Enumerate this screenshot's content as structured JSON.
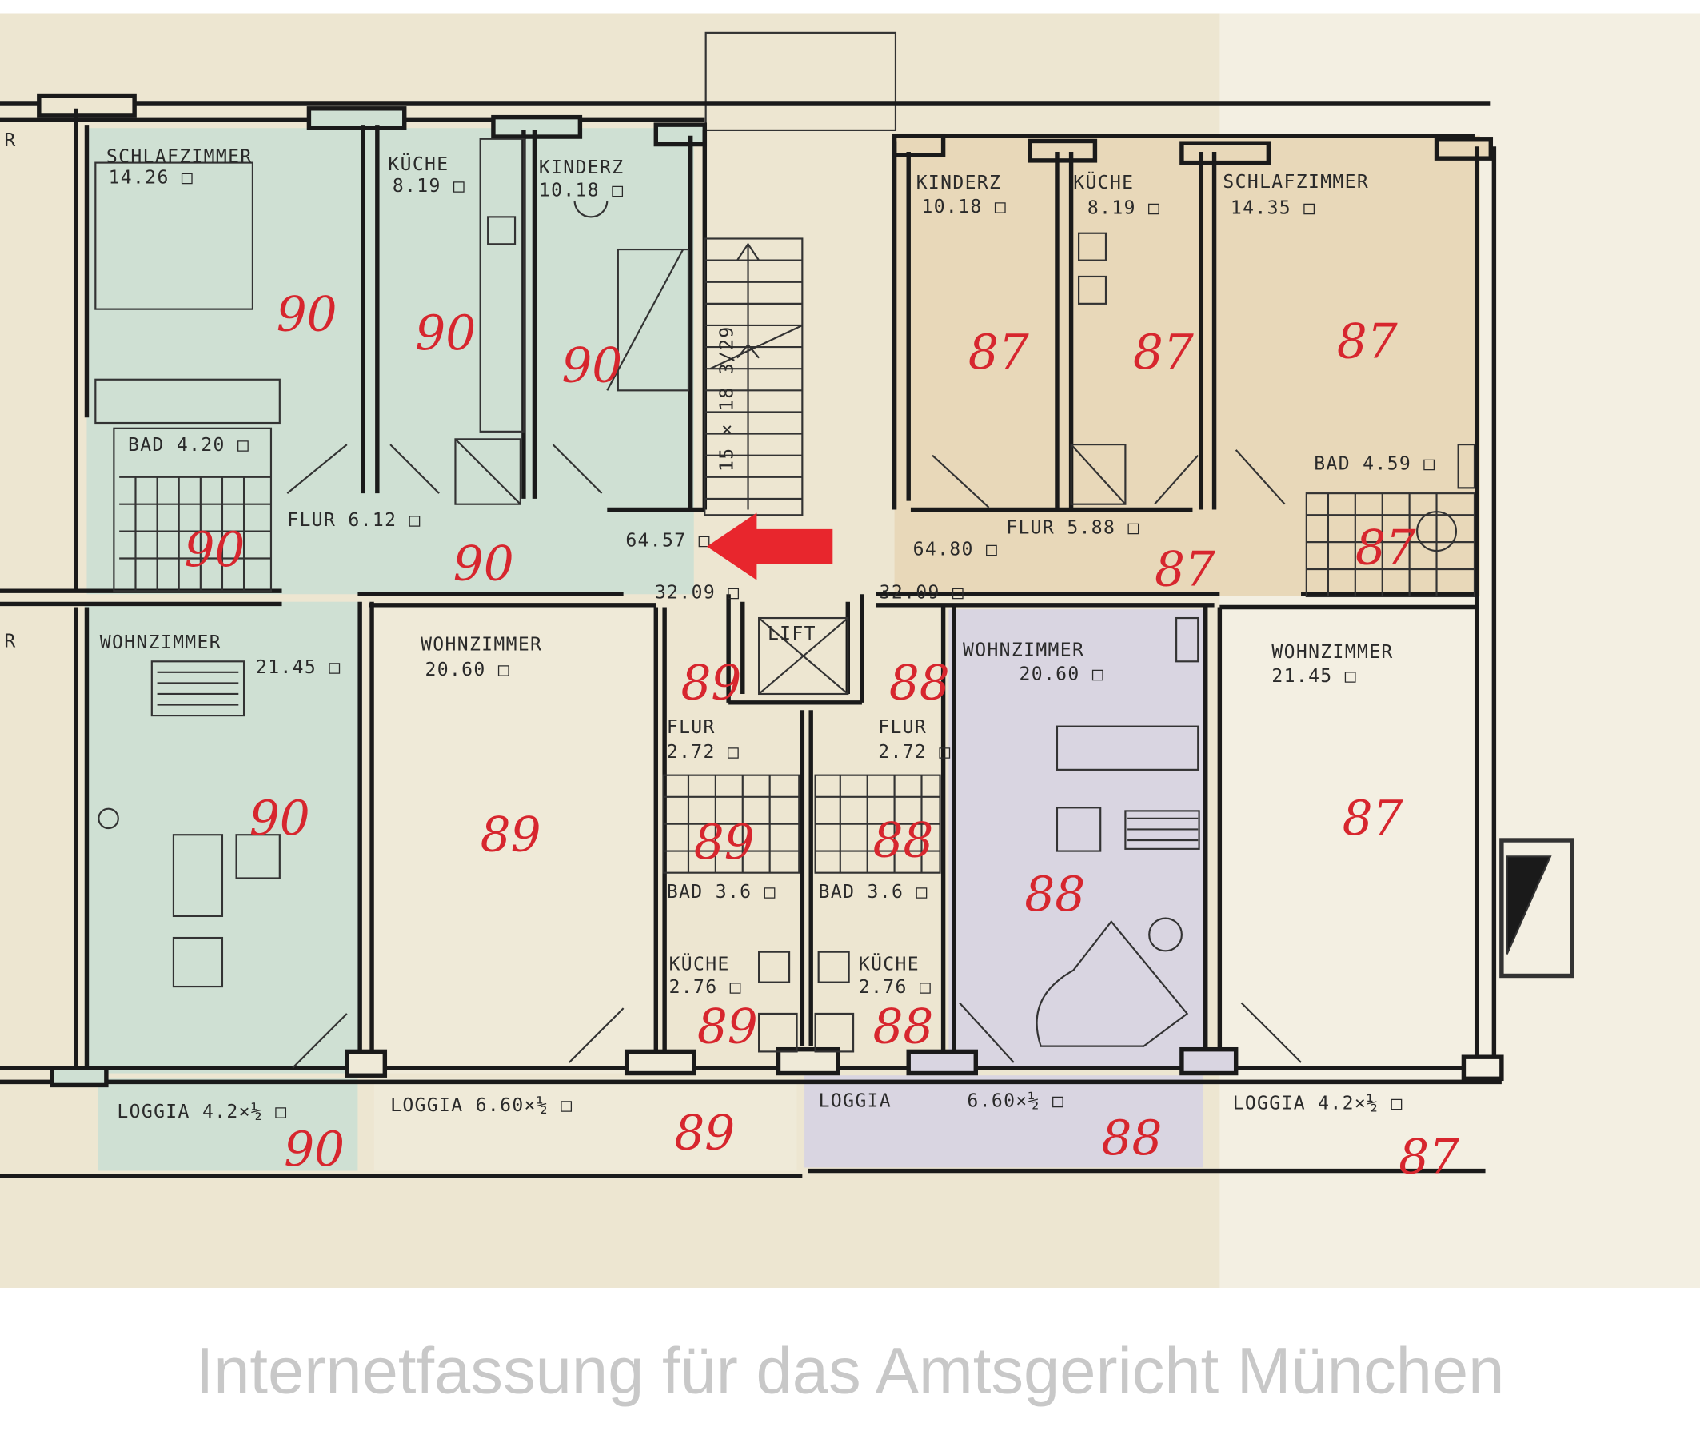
{
  "colors": {
    "paper": "#ede6d1",
    "apt90": "#cfe0d3",
    "apt87": "#e8d8b9",
    "apt88": "#d9d5e1",
    "apt89": "#efead8",
    "arrow": "#e8262d",
    "handwriting": "#d7262e"
  },
  "left_edge": {
    "label_top": "R",
    "label_bottom": "R"
  },
  "apt90": {
    "schlafzimmer": {
      "name": "SCHLAFZIMMER",
      "area": "14.26 □"
    },
    "kueche": {
      "name": "KÜCHE",
      "area": "8.19 □"
    },
    "kinderz": {
      "name": "KINDERZ",
      "area": "10.18 □"
    },
    "bad": {
      "name": "BAD 4.20 □"
    },
    "flur": {
      "name": "FLUR 6.12 □"
    },
    "total": "64.57 □",
    "wohnzimmer": {
      "name": "WOHNZIMMER",
      "area": "21.45 □"
    },
    "loggia": {
      "name": "LOGGIA 4.2×½ □"
    },
    "marks": [
      "90",
      "90",
      "90",
      "90",
      "90",
      "90",
      "90"
    ]
  },
  "stair": {
    "label": "15 × 18 3/29"
  },
  "core": {
    "lift": "LIFT",
    "share_left": "32.09 □",
    "share_right": "32.09 □"
  },
  "apt89": {
    "wohnzimmer": {
      "name": "WOHNZIMMER",
      "area": "20.60 □"
    },
    "flur": {
      "name": "FLUR",
      "area": "2.72 □"
    },
    "bad": {
      "name": "BAD 3.6 □"
    },
    "kueche": {
      "name": "KÜCHE",
      "area": "2.76 □"
    },
    "loggia": {
      "name": "LOGGIA 6.60×½ □"
    },
    "marks": [
      "89",
      "89",
      "89",
      "89",
      "89"
    ]
  },
  "apt88": {
    "flur": {
      "name": "FLUR",
      "area": "2.72 □"
    },
    "bad": {
      "name": "BAD 3.6 □"
    },
    "kueche": {
      "name": "KÜCHE",
      "area": "2.76 □"
    },
    "wohnzimmer": {
      "name": "WOHNZIMMER",
      "area": "20.60 □"
    },
    "loggia": {
      "name": "LOGGIA",
      "area": "6.60×½ □"
    },
    "marks": [
      "88",
      "88",
      "88",
      "88",
      "88"
    ]
  },
  "apt87": {
    "kinderz": {
      "name": "KINDERZ",
      "area": "10.18 □"
    },
    "kueche": {
      "name": "KÜCHE",
      "area": "8.19 □"
    },
    "schlafzimmer": {
      "name": "SCHLAFZIMMER",
      "area": "14.35 □"
    },
    "bad": {
      "name": "BAD 4.59 □"
    },
    "total": "64.80 □",
    "flur": {
      "name": "FLUR 5.88 □"
    },
    "wohnzimmer": {
      "name": "WOHNZIMMER",
      "area": "21.45 □"
    },
    "loggia": {
      "name": "LOGGIA 4.2×½ □"
    },
    "marks": [
      "87",
      "87",
      "87",
      "87",
      "87",
      "87",
      "87"
    ]
  },
  "watermark": "Internetfassung für das Amtsgericht München",
  "arrow": {
    "icon": "arrow-left-icon",
    "points_to": "64.57 □"
  }
}
